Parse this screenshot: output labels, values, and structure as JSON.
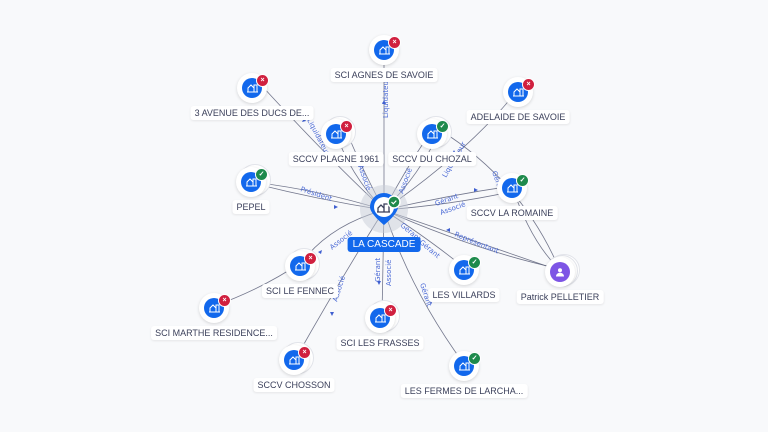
{
  "center": {
    "name": "LA CASCADE",
    "status": "active",
    "icon": "building-icon"
  },
  "colors": {
    "brand": "#1268ec",
    "active": "#1e8a4c",
    "closed": "#d0203f",
    "person": "#7d55e5",
    "edge_label": "#4b6ad6"
  },
  "nodes": [
    {
      "id": "agnes",
      "name": "SCI AGNES DE SAVOIE",
      "status": "closed",
      "type": "company"
    },
    {
      "id": "ducs",
      "name": "3 AVENUE DES DUCS DE...",
      "status": "closed",
      "type": "company"
    },
    {
      "id": "adelaide",
      "name": "ADELAIDE DE SAVOIE",
      "status": "closed",
      "type": "company"
    },
    {
      "id": "plagne",
      "name": "SCCV PLAGNE 1961",
      "status": "closed",
      "type": "company"
    },
    {
      "id": "chozal",
      "name": "SCCV DU CHOZAL",
      "status": "active",
      "type": "company"
    },
    {
      "id": "pepel",
      "name": "PEPEL",
      "status": "active",
      "type": "company"
    },
    {
      "id": "romaine",
      "name": "SCCV LA ROMAINE",
      "status": "active",
      "type": "company"
    },
    {
      "id": "fennec",
      "name": "SCI LE FENNEC",
      "status": "closed",
      "type": "company"
    },
    {
      "id": "villards",
      "name": "LES VILLARDS",
      "status": "active",
      "type": "company"
    },
    {
      "id": "patrick",
      "name": "Patrick PELLETIER",
      "status": "none",
      "type": "person"
    },
    {
      "id": "marthe",
      "name": "SCI MARTHE RESIDENCE...",
      "status": "closed",
      "type": "company"
    },
    {
      "id": "frasses",
      "name": "SCI LES FRASSES",
      "status": "closed",
      "type": "company"
    },
    {
      "id": "chosson",
      "name": "SCCV CHOSSON",
      "status": "closed",
      "type": "company"
    },
    {
      "id": "fermes",
      "name": "LES FERMES DE LARCHA...",
      "status": "active",
      "type": "company"
    }
  ],
  "edge_labels": {
    "agnes": "Liquidateur",
    "ducs": "Liquidateur",
    "plagne": "Associé",
    "chozal_assoc": "Associé",
    "chozal_liq": "Liquidateur",
    "pepel": "Président",
    "romaine_gerant": "Gérant",
    "romaine_assoc": "Associé",
    "romaine_g2": "Gérant",
    "patrick": "Représentant",
    "villards_gerant": "Gérant",
    "villards_g2": "Gérant",
    "fennec": "Associé",
    "chosson": "Associé",
    "frasses_gerant": "Gérant",
    "frasses_assoc": "Associé",
    "fermes": "Gérant"
  }
}
